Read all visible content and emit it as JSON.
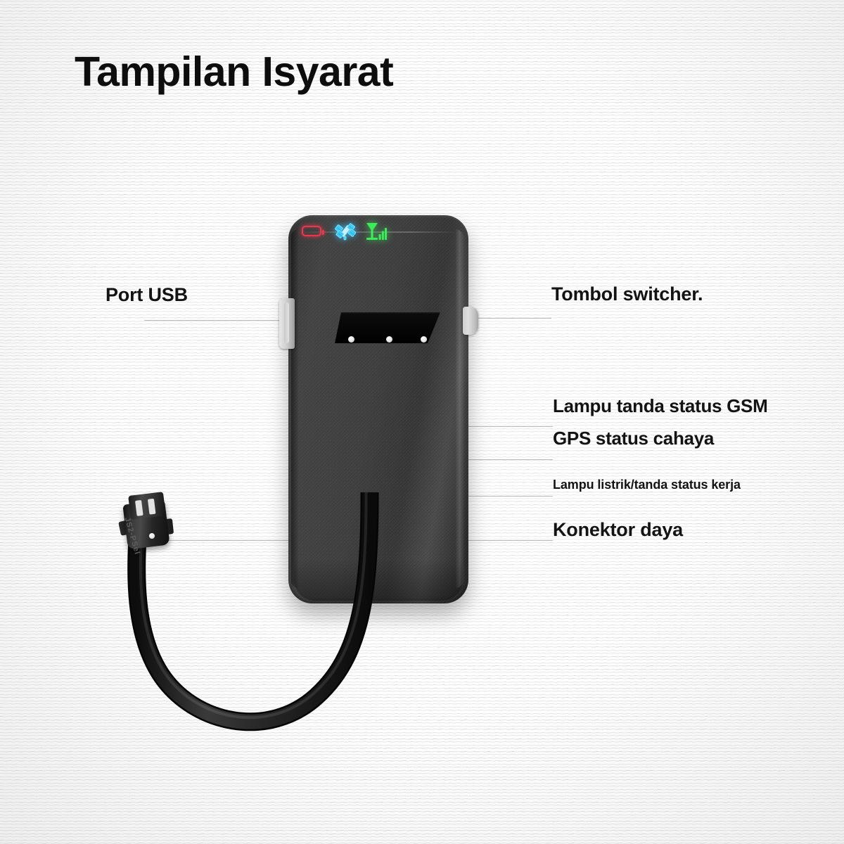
{
  "page": {
    "title": "Tampilan Isyarat",
    "background_color": "#f3f3f3",
    "text_color": "#131313",
    "leader_line_color": "#b9b9b9"
  },
  "callouts": [
    {
      "id": "port-usb",
      "label": "Port USB",
      "side": "left",
      "target": "usb-port"
    },
    {
      "id": "tombol-switcher",
      "label": "Tombol switcher.",
      "side": "right",
      "target": "switcher-button"
    },
    {
      "id": "gsm-status",
      "label": "Lampu tanda status GSM",
      "side": "right",
      "target": "led-gsm"
    },
    {
      "id": "gps-status",
      "label": "GPS status cahaya",
      "side": "right",
      "target": "led-gps"
    },
    {
      "id": "power-status",
      "label": "Lampu listrik/tanda status kerja",
      "side": "right",
      "target": "led-power"
    },
    {
      "id": "konektor-daya",
      "label": "Konektor daya",
      "side": "right",
      "target": "power-connector"
    }
  ],
  "device": {
    "name": "gps-tracker-device",
    "body_color": "#3a3a3a",
    "indicators": [
      {
        "id": "led-power",
        "icon": "battery-icon",
        "color": "#e8384f",
        "meaning": "Lampu listrik/tanda status kerja"
      },
      {
        "id": "led-gps",
        "icon": "satellite-icon",
        "color": "#31c8ff",
        "meaning": "GPS status cahaya"
      },
      {
        "id": "led-gsm",
        "icon": "signal-bars-icon",
        "color": "#3ceb5a",
        "meaning": "Lampu tanda status GSM"
      }
    ],
    "ports": [
      {
        "id": "usb-port",
        "label": "Port USB",
        "color": "#d2d2d2"
      },
      {
        "id": "switcher-button",
        "label": "Tombol switcher.",
        "color": "#cfcfcf"
      }
    ]
  },
  "cable": {
    "connector_label": "Konektor daya",
    "connector_text": "JS2-PSel",
    "cable_color": "#1a1a1a"
  }
}
